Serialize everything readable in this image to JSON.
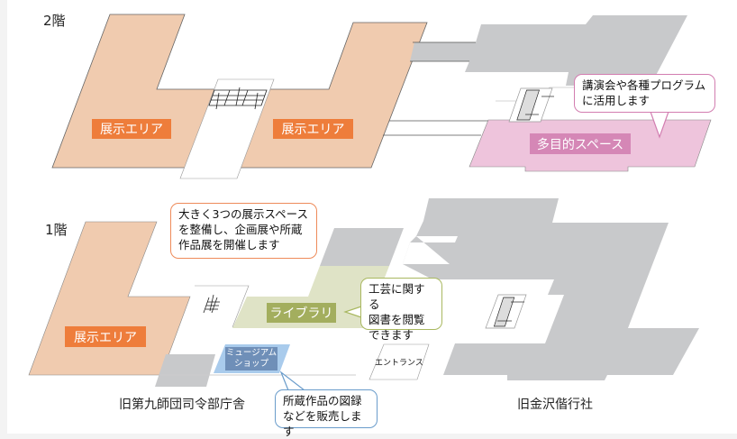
{
  "floor2": {
    "title": "2階",
    "exhibit_left": "展示エリア",
    "exhibit_right": "展示エリア",
    "multipurpose": "多目的スペース",
    "callout": [
      "講演会や各種プログラム",
      "に活用します"
    ]
  },
  "floor1": {
    "title": "1階",
    "exhibit": "展示エリア",
    "library": "ライブラリ",
    "shop": [
      "ミュージアム",
      "ショップ"
    ],
    "entrance": "エントランス",
    "callout_exhibit": [
      "大きく3つの展示スペース",
      "を整備し、企画展や所蔵",
      "作品展を開催します"
    ],
    "callout_library": [
      "工芸に関する",
      "図書を閲覧",
      "できます"
    ],
    "callout_shop": [
      "所蔵作品の図録",
      "などを販売します"
    ],
    "building_left": "旧第九師団司令部庁舎",
    "building_right": "旧金沢偕行社"
  },
  "colors": {
    "exhibit_fill": "#F0CBAF",
    "exhibit_label": "#EE7D3B",
    "gray": "#C8C9CB",
    "pink_fill": "#EEC4DC",
    "pink_label": "#D587B6",
    "library_fill": "#DFE3C6",
    "library_label": "#A3AE5E",
    "shop_fill": "#A9CBEC",
    "shop_label": "#6F8FB8"
  }
}
